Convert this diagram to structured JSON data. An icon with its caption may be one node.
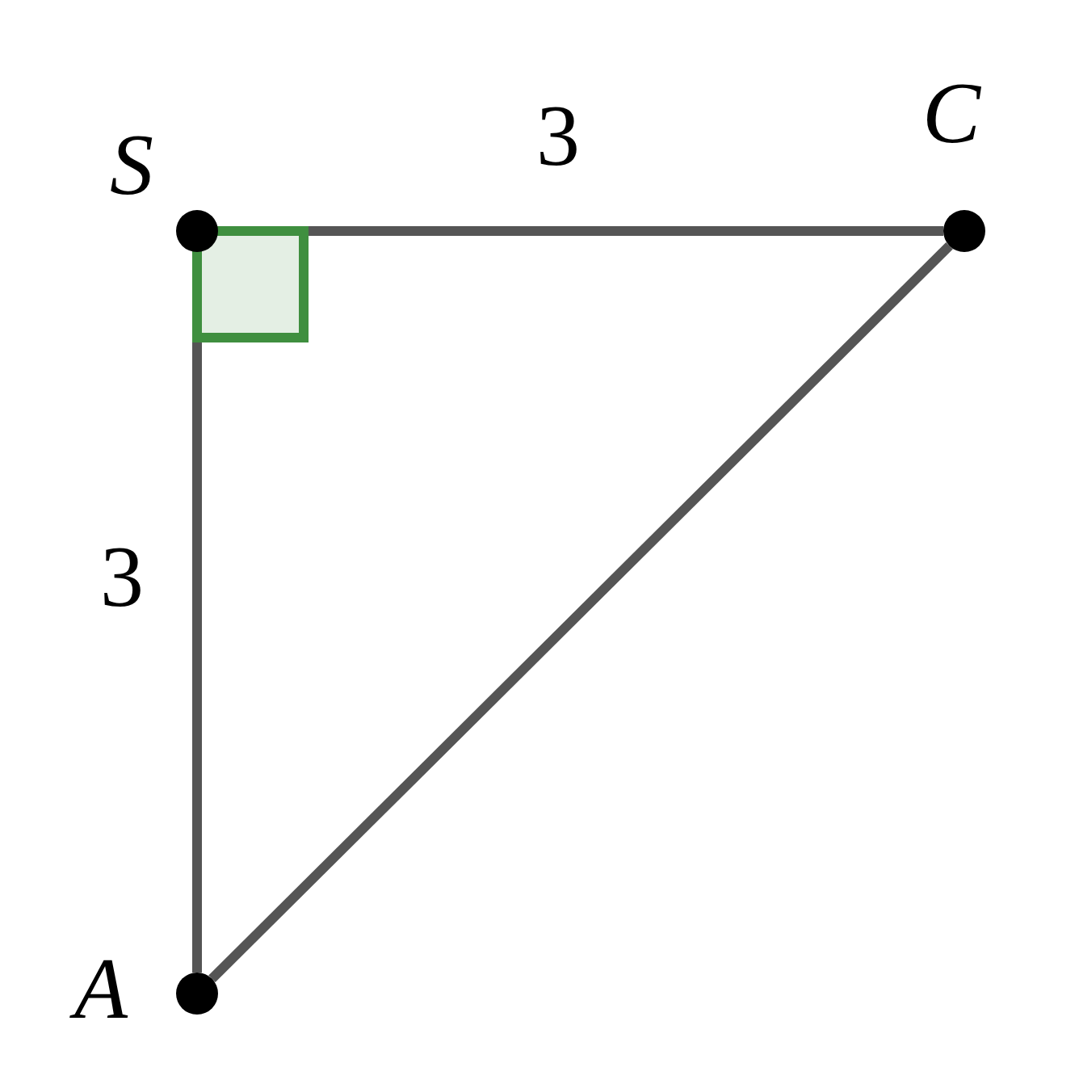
{
  "diagram": {
    "nodes": [
      {
        "text": [
          "S"
        ]
      },
      {
        "text": [
          "C"
        ]
      },
      {
        "text": [
          "A"
        ]
      }
    ],
    "edges": [
      {
        "from": 0,
        "to": 1,
        "arrow": "none",
        "label": "3"
      },
      {
        "from": 0,
        "to": 2,
        "arrow": "none",
        "label": "3"
      },
      {
        "from": 2,
        "to": 1,
        "arrow": "none"
      }
    ]
  }
}
